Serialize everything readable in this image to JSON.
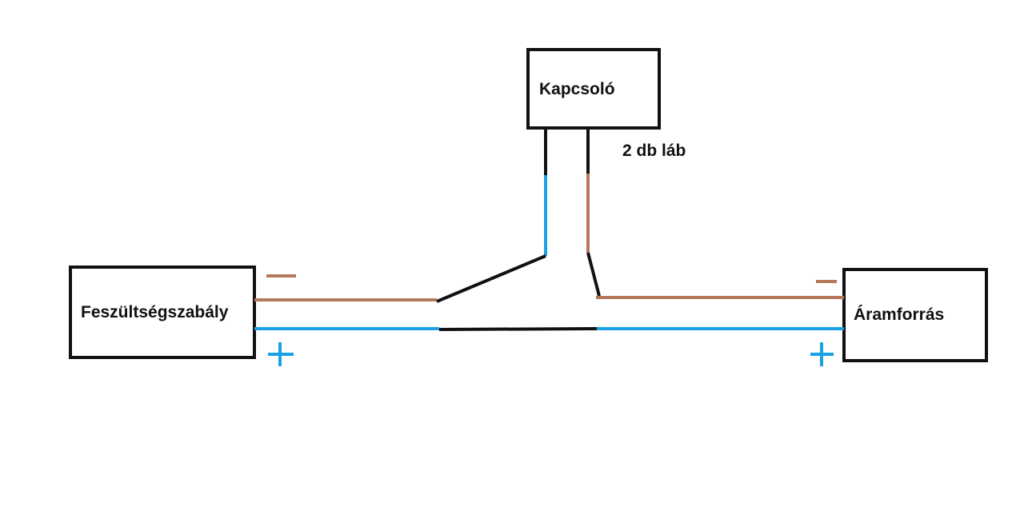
{
  "boxes": {
    "regulator": "Feszültségszabály",
    "switch": "Kapcsoló",
    "power_source": "Áramforrás"
  },
  "switch_note": "2 db láb",
  "polarity": {
    "minus": "−",
    "plus": "+"
  },
  "colors": {
    "negative_wire": "#b5785a",
    "positive_wire": "#1aa0e6",
    "switch_wire": "#111111",
    "box_border": "#111111"
  }
}
